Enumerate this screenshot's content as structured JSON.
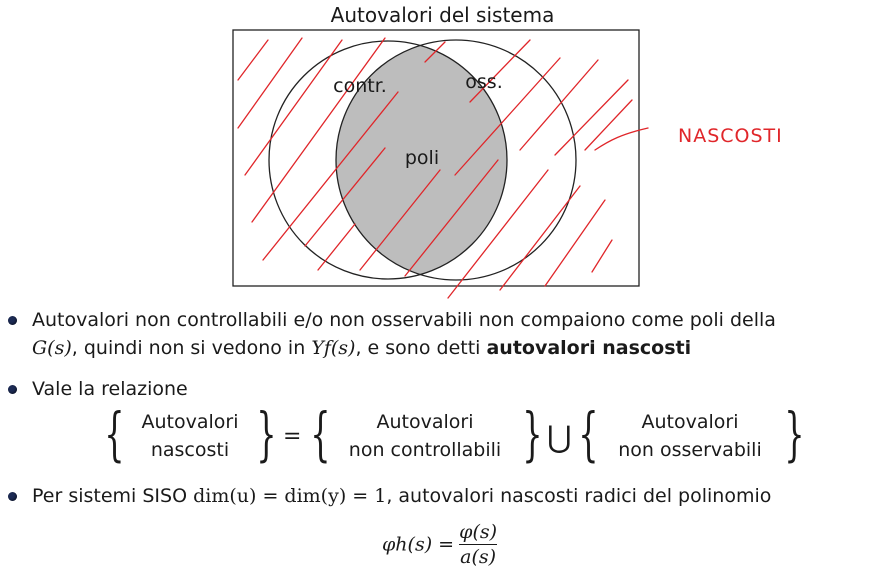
{
  "slide": {
    "title": "Autovalori del sistema",
    "diagram": {
      "left_set_label": "contr.",
      "right_set_label": "oss.",
      "intersection_label": "poli",
      "annotation": "NASCOSTI",
      "intersection_color": "#bdbdbd",
      "hatch_color": "#e0262a"
    },
    "bullets": [
      {
        "line1": "Autovalori non controllabili e/o non osservabili non compaiono come poli della",
        "line2_math_G": "G(s)",
        "line2_mid": ", quindi non si vedono in ",
        "line2_math_Y": "Yf(s)",
        "line2_tail": ", e sono detti ",
        "line2_bold": "autovalori nascosti"
      },
      {
        "text": "Vale la relazione",
        "set_left_1": "Autovalori",
        "set_left_2": "nascosti",
        "equals": "=",
        "set_mid_1": "Autovalori",
        "set_mid_2": "non controllabili",
        "union": "⋃",
        "set_right_1": "Autovalori",
        "set_right_2": "non osservabili"
      },
      {
        "text_start": "Per sistemi SISO ",
        "math_dim": "dim(u) = dim(y) = 1",
        "text_end": ", autovalori nascosti radici del polinomio",
        "formula_lhs": "φh(s) =",
        "formula_num": "φ(s)",
        "formula_den": "a(s)"
      }
    ]
  }
}
